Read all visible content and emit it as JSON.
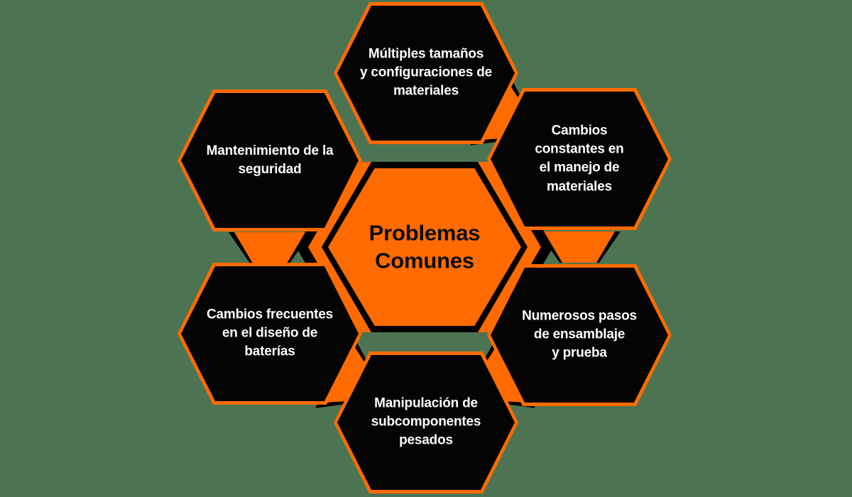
{
  "colors": {
    "background": "#4d7452",
    "accent_orange": "#ff6b00",
    "node_black": "#040404",
    "text_light": "#fdfdfd",
    "text_dark": "#0d0d0d"
  },
  "diagram": {
    "type": "hexagon-cluster",
    "center": {
      "label": "Problemas\nComunes"
    },
    "nodes": [
      {
        "id": "top",
        "label": "Múltiples tamaños\ny configuraciones de\nmateriales"
      },
      {
        "id": "top-right",
        "label": "Cambios\nconstantes en\nel manejo de\nmateriales"
      },
      {
        "id": "bottom-right",
        "label": "Numerosos pasos\nde ensamblaje\ny prueba"
      },
      {
        "id": "bottom",
        "label": "Manipulación de\nsubcomponentes\npesados"
      },
      {
        "id": "bottom-left",
        "label": "Cambios frecuentes\nen el diseño de\nbaterías"
      },
      {
        "id": "top-left",
        "label": "Mantenimiento de la\nseguridad"
      }
    ]
  }
}
